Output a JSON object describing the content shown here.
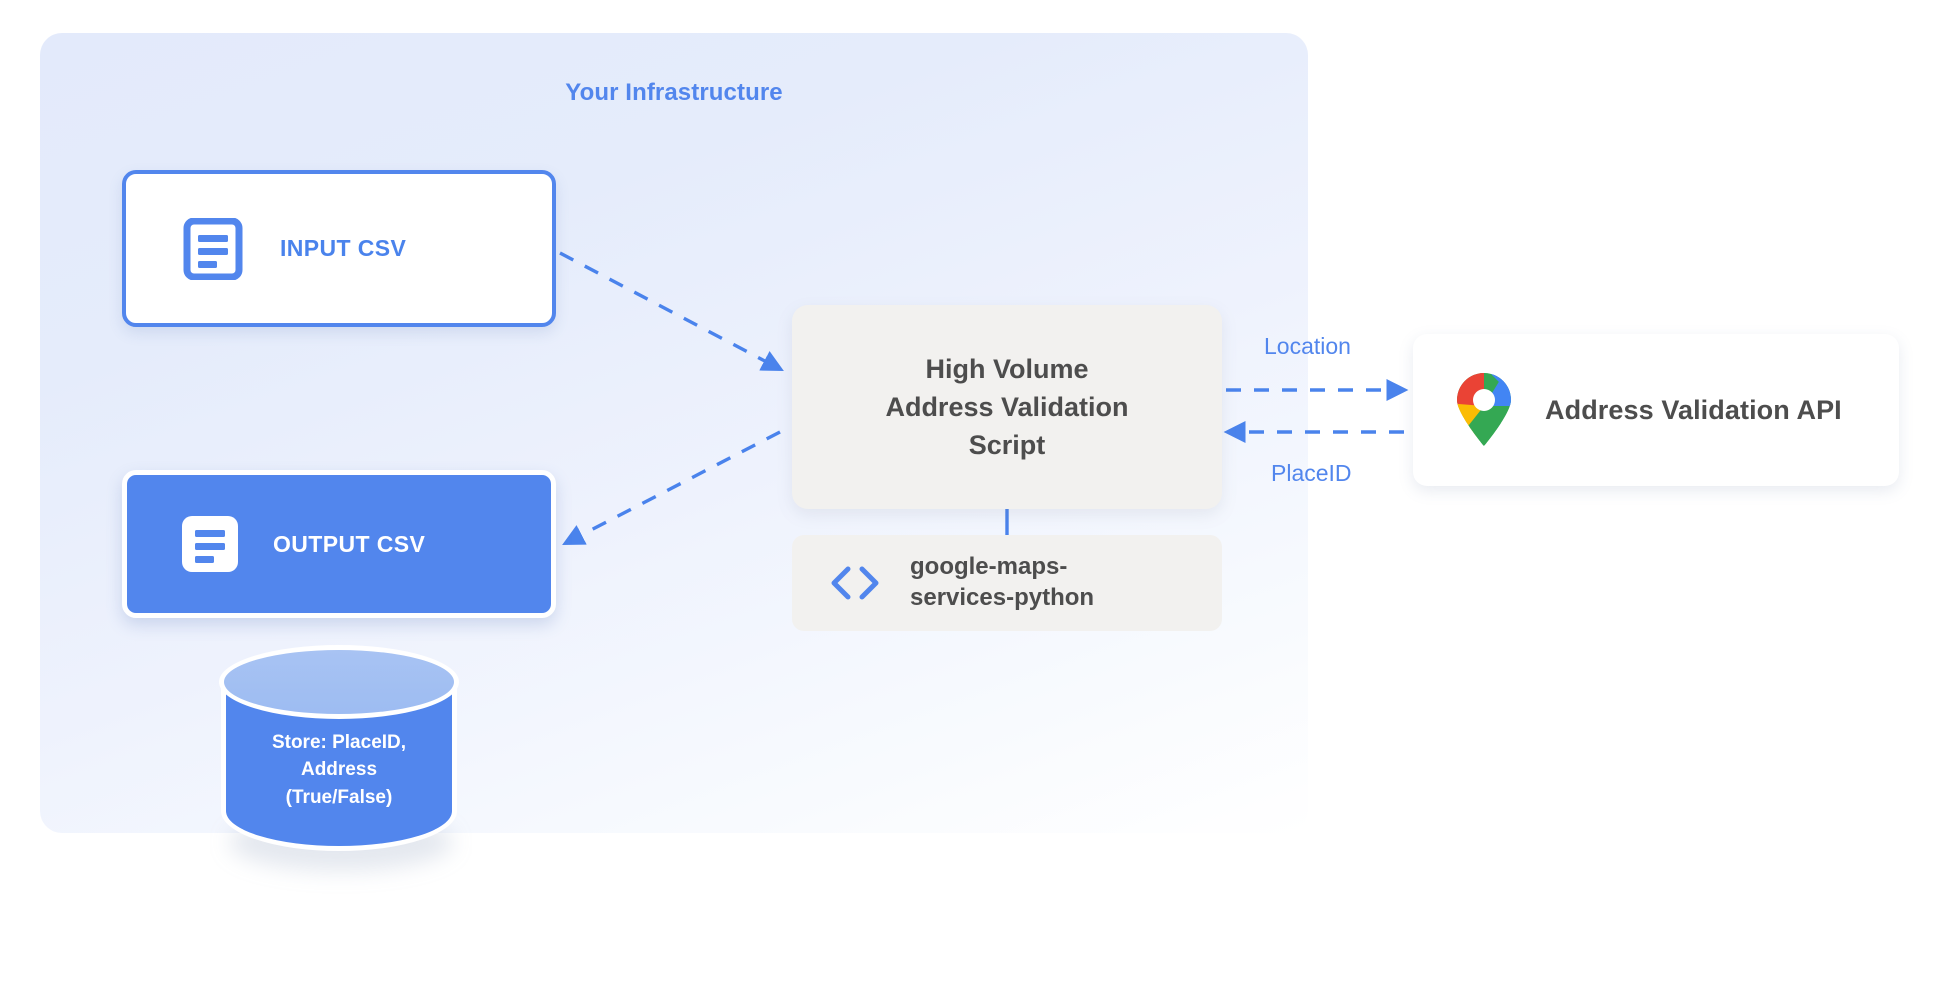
{
  "panel": {
    "title": "Your Infrastructure",
    "accent_color": "#5286ed",
    "background_start": "#e3eafb",
    "background_end": "#ffffff"
  },
  "nodes": {
    "input_csv": {
      "label": "INPUT CSV",
      "icon": "document-icon",
      "style": "outlined",
      "border_color": "#5286ed",
      "text_color": "#4a83ec",
      "background": "#ffffff"
    },
    "output_csv": {
      "label": "OUTPUT CSV",
      "icon": "document-icon",
      "style": "filled",
      "background": "#5286ed",
      "text_color": "#ffffff"
    },
    "script": {
      "line1": "High Volume",
      "line2": "Address Validation",
      "line3": "Script",
      "background": "#f2f1ef",
      "text_color": "#4d4d4d"
    },
    "library": {
      "line1": "google-maps-",
      "line2": "services-python",
      "icon": "code-brackets-icon",
      "icon_color": "#5286ed",
      "background": "#f2f1ef",
      "text_color": "#4d4d4d"
    },
    "api": {
      "label": "Address Validation API",
      "icon": "google-maps-pin-icon",
      "background": "#ffffff",
      "text_color": "#4d4d4d"
    },
    "database": {
      "line1": "Store: PlaceID,",
      "line2": "Address",
      "line3": "(True/False)",
      "body_color": "#5286ed",
      "top_color": "#a8c3f3",
      "text_color": "#ffffff"
    }
  },
  "edges": {
    "location_label": "Location",
    "placeid_label": "PlaceID",
    "line_color": "#5286ed",
    "style": "dashed"
  },
  "icon_colors": {
    "pin_blue": "#4285f4",
    "pin_red": "#ea4335",
    "pin_yellow": "#fbbc04",
    "pin_green": "#34a853",
    "pin_center": "#ffffff"
  }
}
